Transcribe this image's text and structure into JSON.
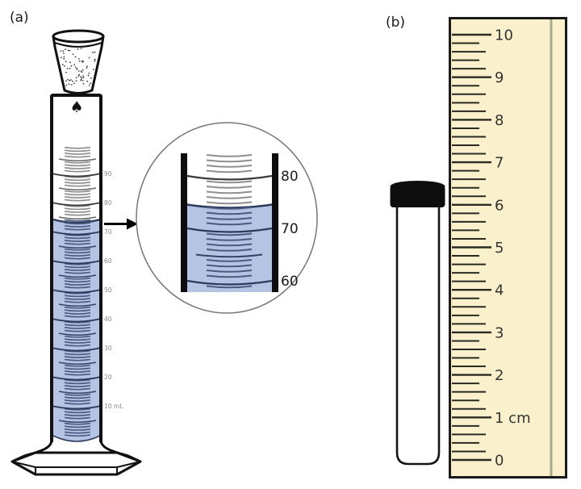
{
  "panel_a": {
    "label": "(a)",
    "cylinder": {
      "scale_labels": [
        "90",
        "80",
        "70",
        "60",
        "50",
        "40",
        "30",
        "20",
        "10 mL"
      ],
      "spade_symbol": "♠",
      "liquid_color": "#b6c4e4",
      "liquid_edge_color": "#2c3a5e",
      "dash_above_color": "#8f8f8f",
      "dash_below_color": "#4b5a82",
      "half_above_color": "#666666",
      "half_below_color": "#35436b",
      "major_above_color": "#3a3a3a",
      "major_below_color": "#2c3a5e",
      "label_color": "#8a8a8a",
      "outline_color": "#111111"
    },
    "inset": {
      "labels": [
        "80",
        "70",
        "60"
      ],
      "label_color": "#1a1a1a",
      "liquid_color": "#b6c4e4",
      "liquid_edge_color": "#2c3a5e",
      "wall_color": "#0d0d0d",
      "circle_color": "#777777"
    }
  },
  "panel_b": {
    "label": "(b)",
    "ruler": {
      "numbers": [
        "10",
        "9",
        "8",
        "7",
        "6",
        "5",
        "4",
        "3",
        "2",
        "1 cm",
        "0"
      ],
      "fill_color": "#faf0cc",
      "border_color": "#1a1a1a",
      "accent_line_color": "#a8a98d",
      "tick_color": "#2a2a22",
      "number_color": "#333333"
    },
    "test_tube": {
      "cap_color": "#0d0d0d",
      "outline_color": "#151515"
    }
  }
}
